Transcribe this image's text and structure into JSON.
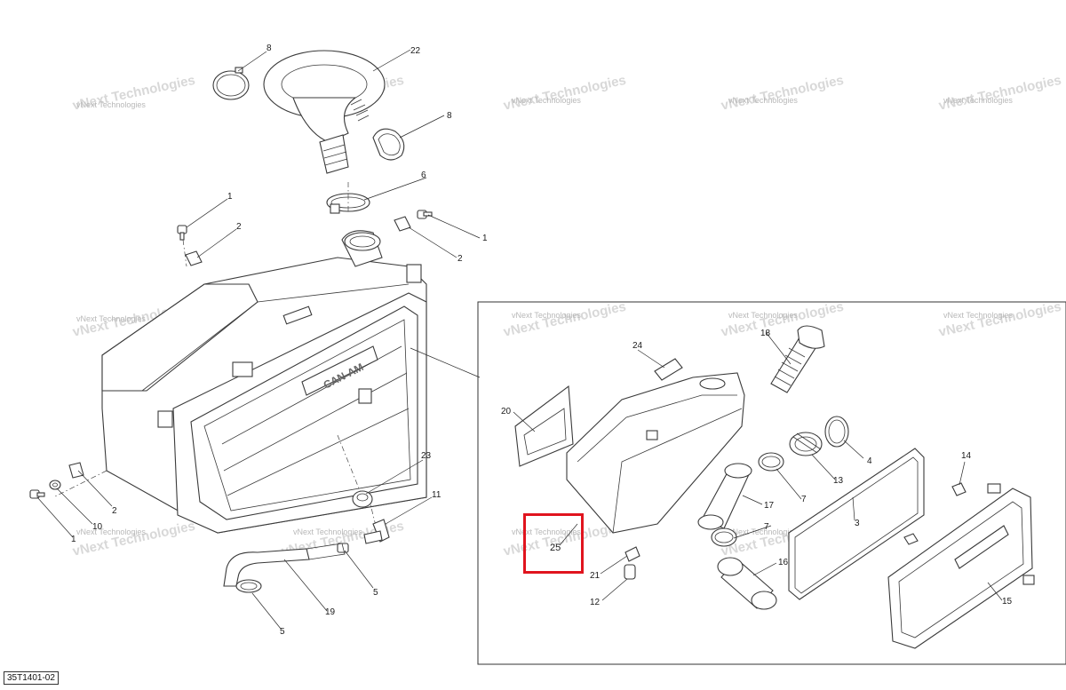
{
  "diagram": {
    "id_label": "35T1401-02",
    "watermark_line1": "vNext Technologies",
    "watermark_big": "vNext Technologies",
    "highlight_color": "#e0141e",
    "callouts": {
      "c8a": "8",
      "c22": "22",
      "c8b": "8",
      "c6": "6",
      "c1a": "1",
      "c2a": "2",
      "c1b": "1",
      "c2b": "2",
      "c23": "23",
      "c11": "11",
      "c5a": "5",
      "c19": "19",
      "c5b": "5",
      "c2c": "2",
      "c10": "10",
      "c1c": "1",
      "c24": "24",
      "c18": "18",
      "c20": "20",
      "c4": "4",
      "c13": "13",
      "c7a": "7",
      "c17": "17",
      "c14": "14",
      "c3": "3",
      "c25": "25",
      "c7b": "7",
      "c16": "16",
      "c21": "21",
      "c12": "12",
      "c15": "15"
    },
    "logo_text": "CAN-AM"
  }
}
